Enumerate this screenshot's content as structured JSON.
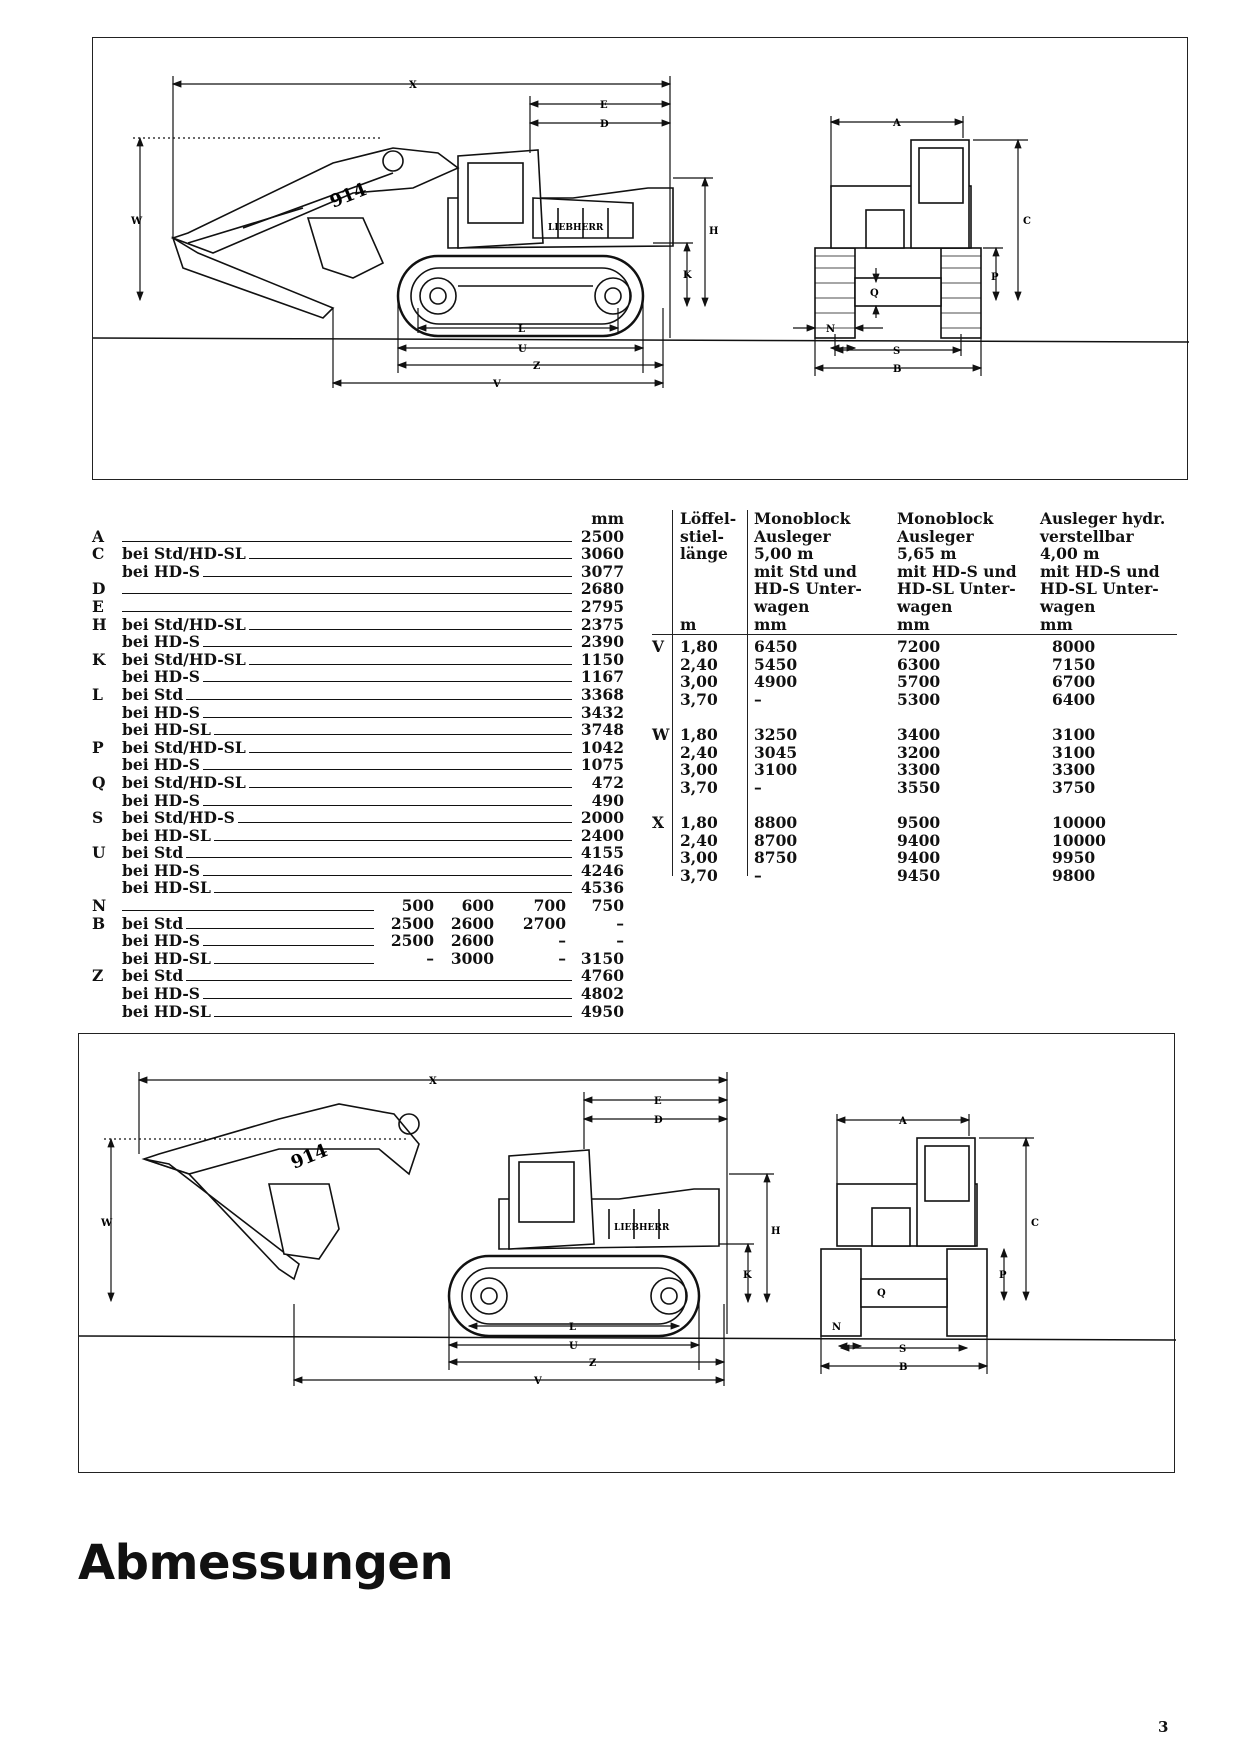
{
  "dim_labels": [
    "X",
    "E",
    "D",
    "H",
    "K",
    "W",
    "L",
    "U",
    "Z",
    "V",
    "A",
    "C",
    "P",
    "Q",
    "N",
    "S",
    "B"
  ],
  "model_marking": "914",
  "brand_marking": "LIEBHERR",
  "unit_header": "mm",
  "dimensions": [
    {
      "letter": "A",
      "label": "",
      "value": "2500"
    },
    {
      "letter": "C",
      "label": "bei Std/HD-SL",
      "value": "3060"
    },
    {
      "letter": "",
      "label": "bei HD-S",
      "value": "3077"
    },
    {
      "letter": "D",
      "label": "",
      "value": "2680"
    },
    {
      "letter": "E",
      "label": "",
      "value": "2795"
    },
    {
      "letter": "H",
      "label": "bei Std/HD-SL",
      "value": "2375"
    },
    {
      "letter": "",
      "label": "bei HD-S",
      "value": "2390"
    },
    {
      "letter": "K",
      "label": "bei Std/HD-SL",
      "value": "1150"
    },
    {
      "letter": "",
      "label": "bei HD-S",
      "value": "1167"
    },
    {
      "letter": "L",
      "label": "bei Std",
      "value": "3368"
    },
    {
      "letter": "",
      "label": "bei HD-S",
      "value": "3432"
    },
    {
      "letter": "",
      "label": "bei HD-SL",
      "value": "3748"
    },
    {
      "letter": "P",
      "label": "bei Std/HD-SL",
      "value": "1042"
    },
    {
      "letter": "",
      "label": "bei HD-S",
      "value": "1075"
    },
    {
      "letter": "Q",
      "label": "bei Std/HD-SL",
      "value": "472"
    },
    {
      "letter": "",
      "label": "bei HD-S",
      "value": "490"
    },
    {
      "letter": "S",
      "label": "bei Std/HD-S",
      "value": "2000"
    },
    {
      "letter": "",
      "label": "bei HD-SL",
      "value": "2400"
    },
    {
      "letter": "U",
      "label": "bei Std",
      "value": "4155"
    },
    {
      "letter": "",
      "label": "bei HD-S",
      "value": "4246"
    },
    {
      "letter": "",
      "label": "bei HD-SL",
      "value": "4536"
    }
  ],
  "nb_block": [
    {
      "letter": "N",
      "label": "",
      "values": [
        "500",
        "600",
        "700",
        "750"
      ]
    },
    {
      "letter": "B",
      "label": "bei Std",
      "values": [
        "2500",
        "2600",
        "2700",
        "–"
      ]
    },
    {
      "letter": "",
      "label": "bei HD-S",
      "values": [
        "2500",
        "2600",
        "–",
        "–"
      ]
    },
    {
      "letter": "",
      "label": "bei HD-SL",
      "values": [
        "–",
        "3000",
        "–",
        "3150"
      ]
    }
  ],
  "z_block": [
    {
      "letter": "Z",
      "label": "bei Std",
      "value": "4760"
    },
    {
      "letter": "",
      "label": "bei HD-S",
      "value": "4802"
    },
    {
      "letter": "",
      "label": "bei HD-SL",
      "value": "4950"
    }
  ],
  "reach_table": {
    "headers": {
      "stick": "Löffel-\nstiel-\nlänge",
      "stick_unit": "m",
      "col1": "Monoblock\nAusleger\n5,00 m\nmit Std und\nHD-S Unter-\nwagen",
      "col2": "Monoblock\nAusleger\n5,65 m\nmit HD-S und\nHD-SL Unter-\nwagen",
      "col3": "Ausleger hydr.\nverstellbar\n4,00 m\nmit HD-S und\nHD-SL Unter-\nwagen",
      "unit": "mm"
    },
    "groups": [
      {
        "letter": "V",
        "rows": [
          {
            "stick": "1,80",
            "c1": "6450",
            "c2": "7200",
            "c3": "8000"
          },
          {
            "stick": "2,40",
            "c1": "5450",
            "c2": "6300",
            "c3": "7150"
          },
          {
            "stick": "3,00",
            "c1": "4900",
            "c2": "5700",
            "c3": "6700"
          },
          {
            "stick": "3,70",
            "c1": "–",
            "c2": "5300",
            "c3": "6400"
          }
        ]
      },
      {
        "letter": "W",
        "rows": [
          {
            "stick": "1,80",
            "c1": "3250",
            "c2": "3400",
            "c3": "3100"
          },
          {
            "stick": "2,40",
            "c1": "3045",
            "c2": "3200",
            "c3": "3100"
          },
          {
            "stick": "3,00",
            "c1": "3100",
            "c2": "3300",
            "c3": "3300"
          },
          {
            "stick": "3,70",
            "c1": "–",
            "c2": "3550",
            "c3": "3750"
          }
        ]
      },
      {
        "letter": "X",
        "rows": [
          {
            "stick": "1,80",
            "c1": "8800",
            "c2": "9500",
            "c3": "10000"
          },
          {
            "stick": "2,40",
            "c1": "8700",
            "c2": "9400",
            "c3": "10000"
          },
          {
            "stick": "3,00",
            "c1": "8750",
            "c2": "9400",
            "c3": "9950"
          },
          {
            "stick": "3,70",
            "c1": "–",
            "c2": "9450",
            "c3": "9800"
          }
        ]
      }
    ]
  },
  "title": "Abmessungen",
  "page_number": "3"
}
